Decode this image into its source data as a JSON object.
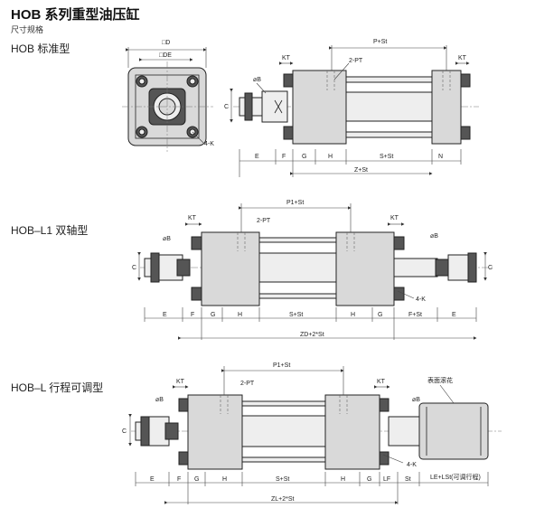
{
  "header": {
    "title": "HOB 系列重型油压缸",
    "subtitle": "尺寸规格"
  },
  "sections": {
    "standard": "HOB 标准型",
    "l1": "HOB–L1  双轴型",
    "l": "HOB–L  行程可调型"
  },
  "labels": {
    "sq_d": "□D",
    "sq_de": "□DE",
    "four_k": "4-K",
    "kt": "KT",
    "two_pt": "2-PT",
    "p_st": "P+St",
    "p1_st": "P1+St",
    "phi_b": "⌀B",
    "c": "C",
    "e": "E",
    "f": "F",
    "g": "G",
    "h": "H",
    "s_st": "S+St",
    "n": "N",
    "z_st": "Z+St",
    "f_st": "F+St",
    "zd_2st": "ZD+2*St",
    "lf": "LF",
    "st": "St",
    "le_lst": "LE+LSt(可调行程)",
    "zl_2st": "ZL+2*St",
    "knurl": "表面滚花"
  }
}
